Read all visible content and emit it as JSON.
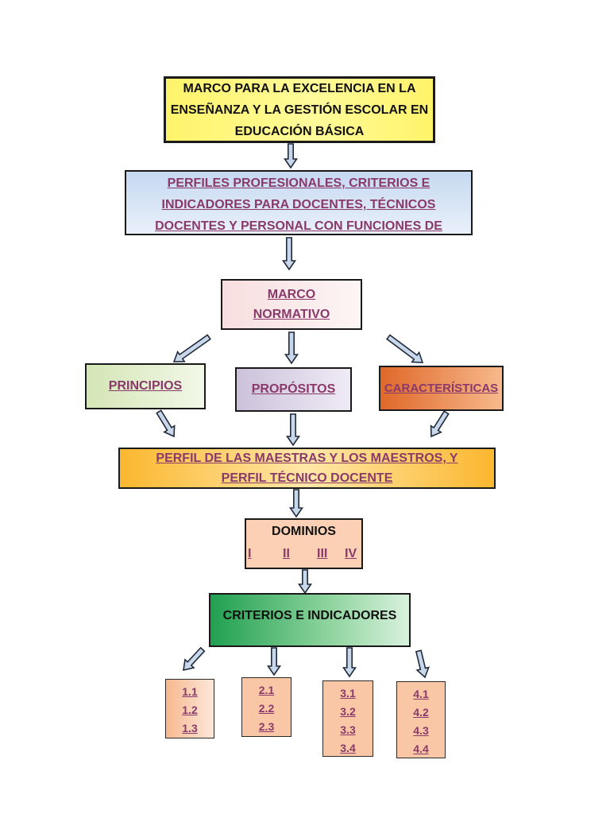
{
  "title_box": {
    "lines": [
      "MARCO PARA LA EXCELENCIA EN LA",
      "ENSEÑANZA Y LA GESTIÓN ESCOLAR EN",
      "EDUCACIÓN BÁSICA"
    ]
  },
  "perfiles_box": {
    "lines": [
      "PERFILES PROFESIONALES, CRITERIOS E",
      "INDICADORES PARA DOCENTES, TÉCNICOS",
      "DOCENTES Y PERSONAL CON FUNCIONES DE"
    ]
  },
  "marco_box": {
    "lines": [
      "MARCO",
      "NORMATIVO"
    ]
  },
  "principios_box": {
    "label": "PRINCIPIOS"
  },
  "propositos_box": {
    "label": "PROPÓSITOS"
  },
  "caracteristicas_box": {
    "label": "CARACTERÍSTICAS"
  },
  "perfil_box": {
    "lines": [
      "PERFIL DE LAS MAESTRAS Y LOS MAESTROS, Y",
      "PERFIL TÉCNICO DOCENTE"
    ]
  },
  "dominios_box": {
    "title": "DOMINIOS",
    "items": [
      "I",
      "II",
      "III",
      "IV"
    ]
  },
  "criterios_box": {
    "label": "CRITERIOS E INDICADORES"
  },
  "subgroups": [
    {
      "items": [
        "1.1",
        "1.2",
        "1.3"
      ]
    },
    {
      "items": [
        "2.1",
        "2.2",
        "2.3"
      ]
    },
    {
      "items": [
        "3.1",
        "3.2",
        "3.3",
        "3.4"
      ]
    },
    {
      "items": [
        "4.1",
        "4.2",
        "4.3",
        "4.4"
      ]
    }
  ],
  "colors": {
    "link_text": "#8a3a6a",
    "arrow_fill": "#c9d7ea",
    "arrow_stroke": "#1f2a3a"
  }
}
